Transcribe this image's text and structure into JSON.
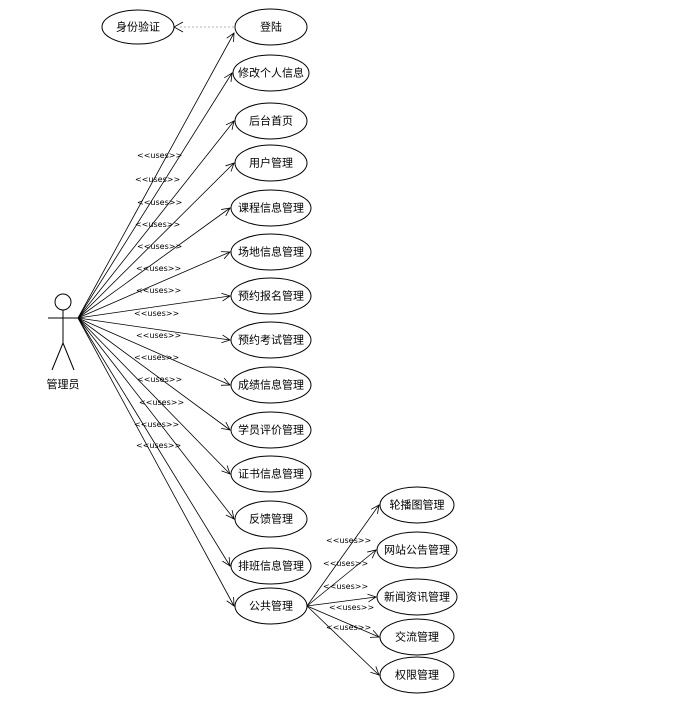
{
  "actor": {
    "name": "管理员"
  },
  "auth_case": "身份验证",
  "use_cases": [
    "登陆",
    "修改个人信息",
    "后台首页",
    "用户管理",
    "课程信息管理",
    "场地信息管理",
    "预约报名管理",
    "预约考试管理",
    "成绩信息管理",
    "学员评价管理",
    "证书信息管理",
    "反馈管理",
    "排班信息管理",
    "公共管理"
  ],
  "public_sub_cases": [
    "轮播图管理",
    "网站公告管理",
    "新闻资讯管理",
    "交流管理",
    "权限管理"
  ],
  "stereotype": "<<uses>>"
}
